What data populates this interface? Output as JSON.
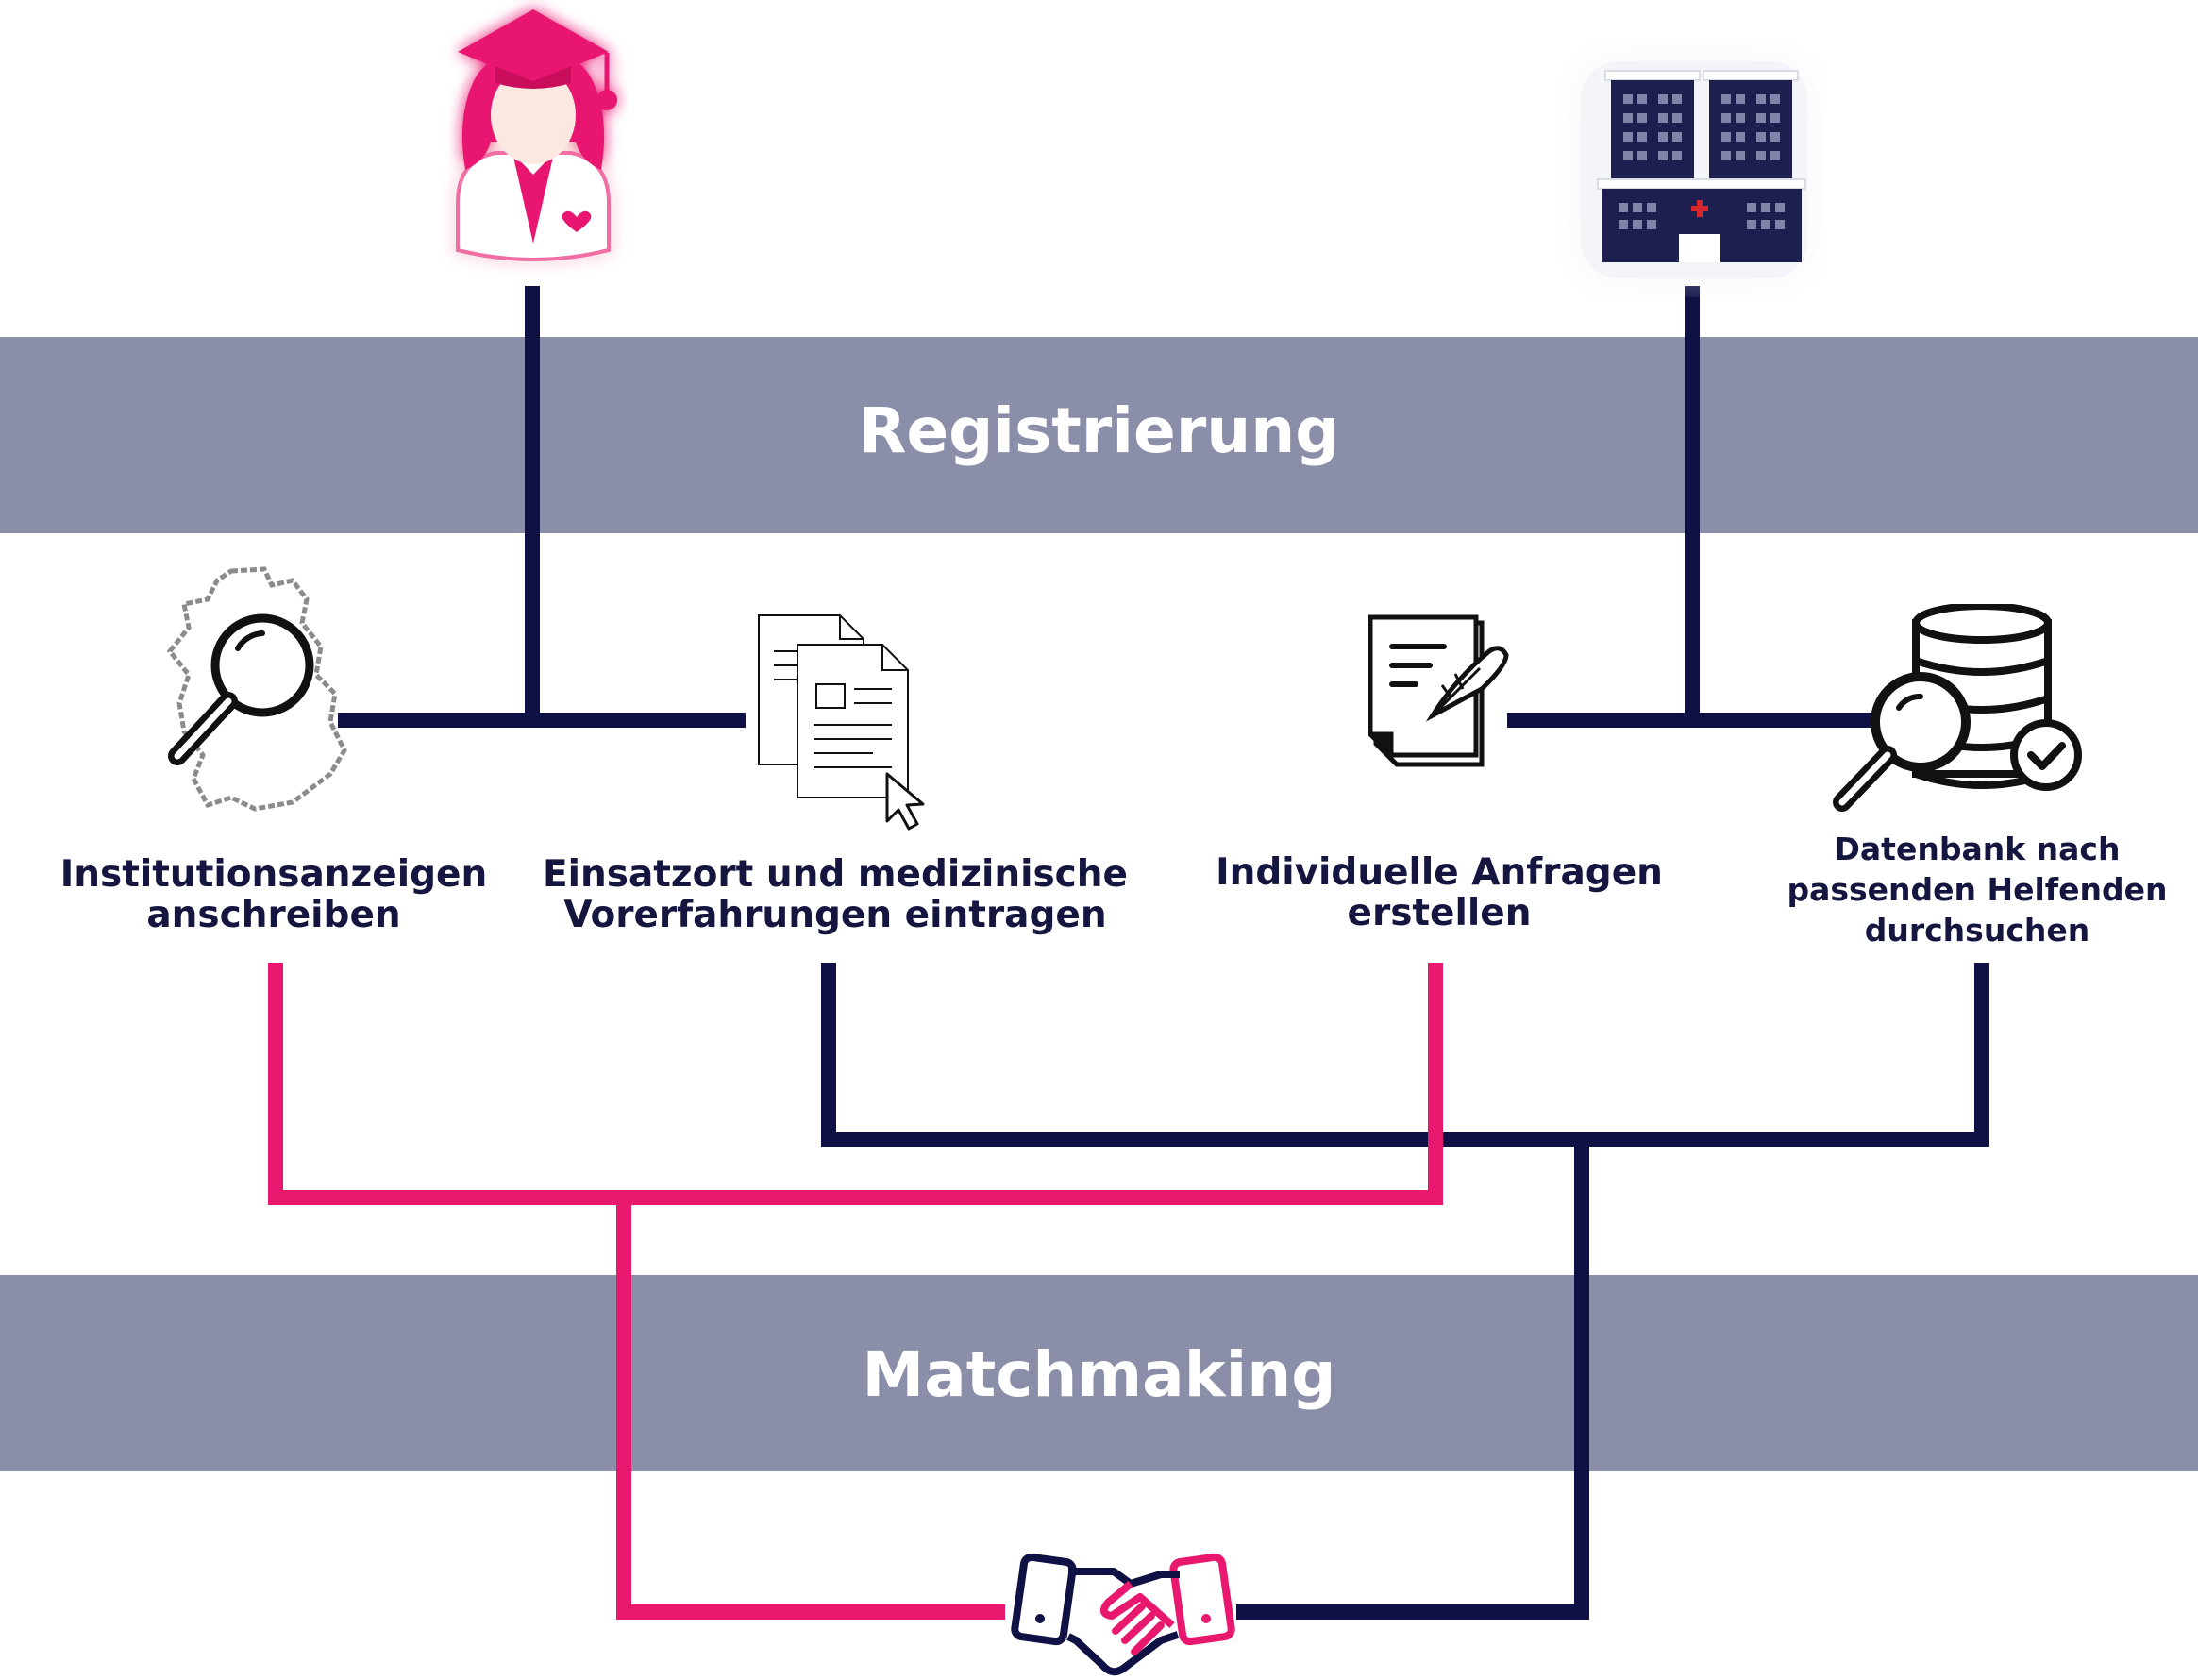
{
  "phases": {
    "registration": "Registrierung",
    "matchmaking": "Matchmaking"
  },
  "actors": {
    "helper": {
      "icon": "graduate-doctor-icon"
    },
    "institution": {
      "icon": "hospital-building-icon"
    }
  },
  "steps": [
    {
      "lines": [
        "Institutionsanzeigen",
        "anschreiben"
      ],
      "icon": "germany-map-search-icon",
      "actor": "helper"
    },
    {
      "lines": [
        "Einsatzort und medizinische",
        "Vorerfahrungen eintragen"
      ],
      "icon": "documents-cursor-icon",
      "actor": "helper"
    },
    {
      "lines": [
        "Individuelle Anfragen",
        "erstellen"
      ],
      "icon": "document-pen-icon",
      "actor": "institution"
    },
    {
      "lines": [
        "Datenbank nach",
        "passenden Helfenden",
        "durchsuchen"
      ],
      "icon": "database-search-icon",
      "actor": "institution"
    }
  ],
  "result": {
    "icon": "handshake-icon"
  },
  "colors": {
    "navy": "#0f1144",
    "pink": "#e8186f",
    "band": "#8a8ea9"
  }
}
